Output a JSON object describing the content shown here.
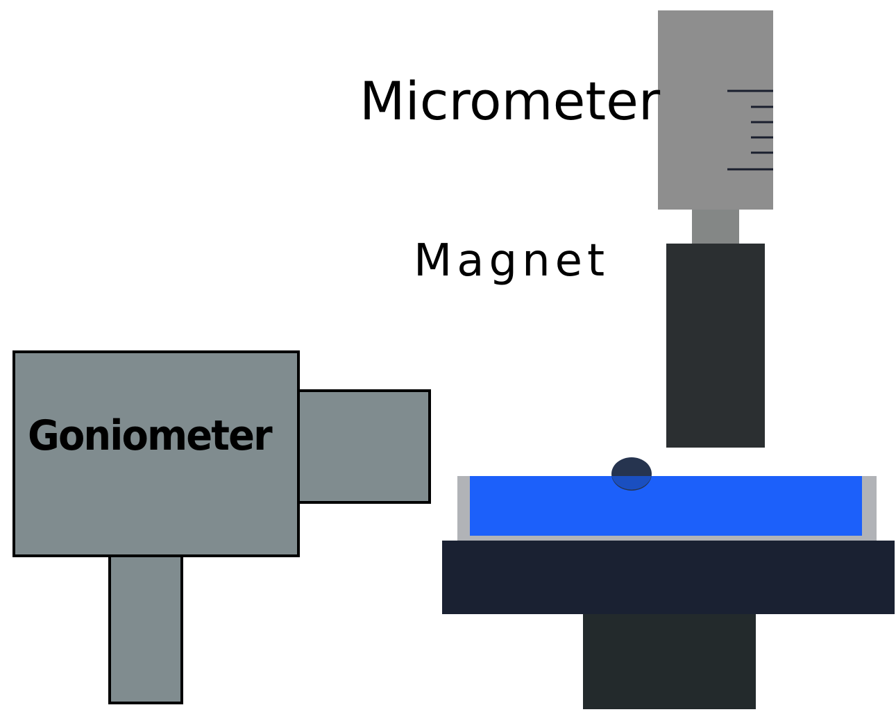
{
  "labels": {
    "micrometer": "Micrometer",
    "magnet": "Magnet",
    "goniometer": "Goniometer"
  },
  "colors": {
    "micrometer_body": "#8e8e8e",
    "micrometer_ticks": "#1a1f2e",
    "spindle": "#848786",
    "magnet": "#2b2f31",
    "goniometer": "#808c8f",
    "outline": "#000000",
    "liquid": "#1c60fa",
    "dish": "#b1b3b7",
    "droplet": "#26344f",
    "stage_top": "#1a2132",
    "stage_base": "#232a2c"
  }
}
